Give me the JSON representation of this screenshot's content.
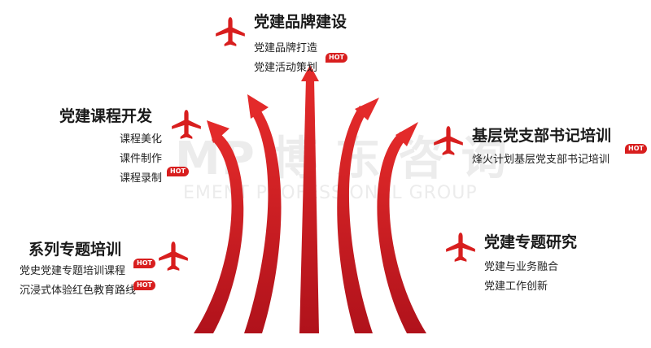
{
  "watermark": {
    "line1": "MP 博 东 咨 询",
    "line2": "EMENT PROFESSIONAL GROUP"
  },
  "colors": {
    "accent": "#d81e1e",
    "accent_dark": "#a5121a"
  },
  "icons": {
    "plane": "airplane-icon",
    "badge": "hot-badge"
  },
  "hot_label": "HOT",
  "sections": {
    "brand": {
      "title": "党建品牌建设",
      "items": [
        "党建品牌打造",
        "党建活动策划"
      ]
    },
    "course": {
      "title": "党建课程开发",
      "items": [
        "课程美化",
        "课件制作",
        "课程录制"
      ]
    },
    "grassroots": {
      "title": "基层党支部书记培训",
      "items": [
        "烽火计划基层党支部书记培训"
      ]
    },
    "series": {
      "title": "系列专题培训",
      "items": [
        "党史党建专题培训课程",
        "沉浸式体验红色教育路线"
      ]
    },
    "research": {
      "title": "党建专题研究",
      "items": [
        "党建与业务融合",
        "党建工作创新"
      ]
    }
  }
}
